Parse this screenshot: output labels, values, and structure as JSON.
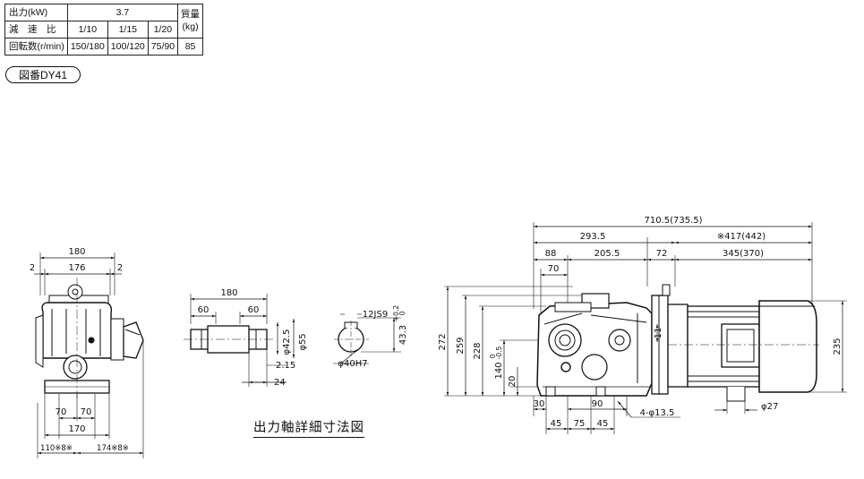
{
  "spec_table": {
    "row1": {
      "label": "出力(kW)",
      "value": "3.7",
      "mass_label_line1": "質量",
      "mass_label_line2": "(kg)"
    },
    "row2": {
      "label": "減　速　比",
      "ratios": [
        "1/10",
        "1/15",
        "1/20"
      ]
    },
    "row3": {
      "label": "回転数(r/min)",
      "speeds": [
        "150/180",
        "100/120",
        "75/90"
      ],
      "mass": "85"
    }
  },
  "drawing_number": "図番DY41",
  "caption": "出力軸詳細寸法図",
  "front_view": {
    "dims": {
      "overall_width": "180",
      "left_gap": "2",
      "inner_width": "176",
      "right_gap": "2",
      "hole_left": "70",
      "hole_right": "70",
      "base_width": "170",
      "bottom_left": "110※8※",
      "bottom_right": "174※8※"
    }
  },
  "shaft_detail": {
    "dims": {
      "length": "180",
      "left": "60",
      "right": "60",
      "dia_shaft": "φ42.5",
      "dia_boss": "φ55",
      "groove": "2.15",
      "step": "24",
      "keyway": "12JS9",
      "key_depth": "43.3",
      "key_tol_upper": "+0.2",
      "key_tol_lower": "0",
      "bore": "φ40H7"
    }
  },
  "side_view": {
    "dims": {
      "overall_length": "710.5(735.5)",
      "gear_length": "293.5",
      "motor_length": "※417(442)",
      "d88": "88",
      "d205": "205.5",
      "d72": "72",
      "d345": "345(370)",
      "d70": "70",
      "h272": "272",
      "h259": "259",
      "h228": "228",
      "h140": "140",
      "h140_tol_upper": "0",
      "h140_tol_lower": "-0.5",
      "h20": "20",
      "h11": "11",
      "h235": "235",
      "d30": "30",
      "d90": "90",
      "d45a": "45",
      "d75": "75",
      "d45b": "45",
      "holes": "4-φ13.5",
      "cable": "φ27"
    }
  }
}
